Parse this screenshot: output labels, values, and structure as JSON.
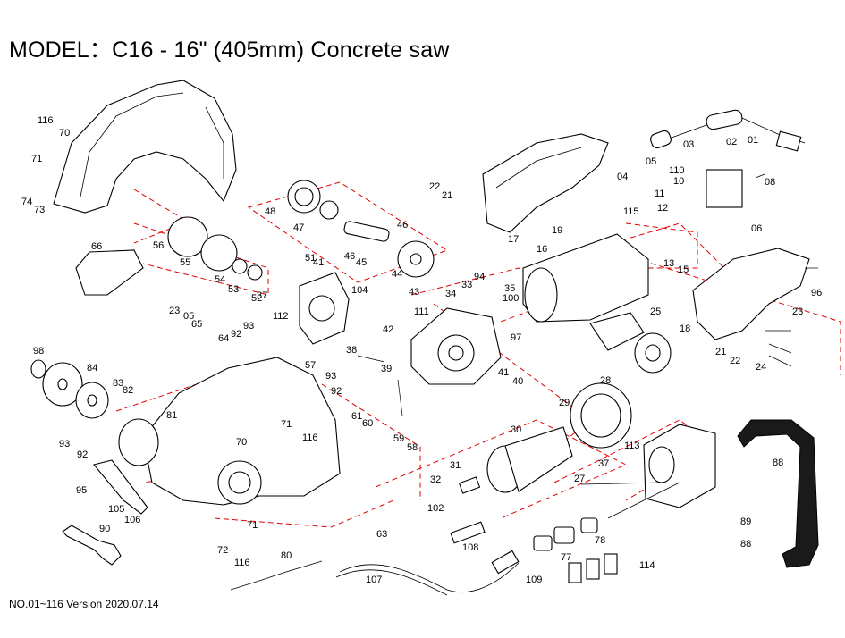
{
  "title": "MODEL：C16 - 16\" (405mm) Concrete saw",
  "footer": "NO.01~116  Version 2020.07.14",
  "colors": {
    "guide_lines": "#e00000",
    "ink": "#000000"
  },
  "labels": [
    {
      "id": "p01",
      "text": "01"
    },
    {
      "id": "p02",
      "text": "02"
    },
    {
      "id": "p03",
      "text": "03"
    },
    {
      "id": "p04",
      "text": "04"
    },
    {
      "id": "p05a",
      "text": "05"
    },
    {
      "id": "p05b",
      "text": "05"
    },
    {
      "id": "p06",
      "text": "06"
    },
    {
      "id": "p08",
      "text": "08"
    },
    {
      "id": "p10",
      "text": "10"
    },
    {
      "id": "p11",
      "text": "11"
    },
    {
      "id": "p12",
      "text": "12"
    },
    {
      "id": "p13",
      "text": "13"
    },
    {
      "id": "p15",
      "text": "15"
    },
    {
      "id": "p16",
      "text": "16"
    },
    {
      "id": "p17",
      "text": "17"
    },
    {
      "id": "p18",
      "text": "18"
    },
    {
      "id": "p19",
      "text": "19"
    },
    {
      "id": "p21a",
      "text": "21"
    },
    {
      "id": "p21b",
      "text": "21"
    },
    {
      "id": "p22a",
      "text": "22"
    },
    {
      "id": "p22b",
      "text": "22"
    },
    {
      "id": "p23a",
      "text": "23"
    },
    {
      "id": "p23b",
      "text": "23"
    },
    {
      "id": "p24",
      "text": "24"
    },
    {
      "id": "p25",
      "text": "25"
    },
    {
      "id": "p27",
      "text": "27"
    },
    {
      "id": "p28",
      "text": "28"
    },
    {
      "id": "p29",
      "text": "29"
    },
    {
      "id": "p30",
      "text": "30"
    },
    {
      "id": "p31",
      "text": "31"
    },
    {
      "id": "p32",
      "text": "32"
    },
    {
      "id": "p33",
      "text": "33"
    },
    {
      "id": "p34",
      "text": "34"
    },
    {
      "id": "p35",
      "text": "35"
    },
    {
      "id": "p37a",
      "text": "37"
    },
    {
      "id": "p37b",
      "text": "37"
    },
    {
      "id": "p38",
      "text": "38"
    },
    {
      "id": "p39",
      "text": "39"
    },
    {
      "id": "p40",
      "text": "40"
    },
    {
      "id": "p41a",
      "text": "41"
    },
    {
      "id": "p41b",
      "text": "41"
    },
    {
      "id": "p42",
      "text": "42"
    },
    {
      "id": "p43",
      "text": "43"
    },
    {
      "id": "p44",
      "text": "44"
    },
    {
      "id": "p45",
      "text": "45"
    },
    {
      "id": "p46a",
      "text": "46"
    },
    {
      "id": "p46b",
      "text": "46"
    },
    {
      "id": "p47",
      "text": "47"
    },
    {
      "id": "p48",
      "text": "48"
    },
    {
      "id": "p51",
      "text": "51"
    },
    {
      "id": "p52",
      "text": "52"
    },
    {
      "id": "p53",
      "text": "53"
    },
    {
      "id": "p54",
      "text": "54"
    },
    {
      "id": "p55",
      "text": "55"
    },
    {
      "id": "p56",
      "text": "56"
    },
    {
      "id": "p57",
      "text": "57"
    },
    {
      "id": "p58",
      "text": "58"
    },
    {
      "id": "p59",
      "text": "59"
    },
    {
      "id": "p60",
      "text": "60"
    },
    {
      "id": "p61",
      "text": "61"
    },
    {
      "id": "p63",
      "text": "63"
    },
    {
      "id": "p64",
      "text": "64"
    },
    {
      "id": "p65",
      "text": "65"
    },
    {
      "id": "p66",
      "text": "66"
    },
    {
      "id": "p70a",
      "text": "70"
    },
    {
      "id": "p70b",
      "text": "70"
    },
    {
      "id": "p71a",
      "text": "71"
    },
    {
      "id": "p71b",
      "text": "71"
    },
    {
      "id": "p71c",
      "text": "71"
    },
    {
      "id": "p72",
      "text": "72"
    },
    {
      "id": "p73",
      "text": "73"
    },
    {
      "id": "p74",
      "text": "74"
    },
    {
      "id": "p77",
      "text": "77"
    },
    {
      "id": "p78",
      "text": "78"
    },
    {
      "id": "p80",
      "text": "80"
    },
    {
      "id": "p81",
      "text": "81"
    },
    {
      "id": "p82",
      "text": "82"
    },
    {
      "id": "p83",
      "text": "83"
    },
    {
      "id": "p84",
      "text": "84"
    },
    {
      "id": "p88a",
      "text": "88"
    },
    {
      "id": "p88b",
      "text": "88"
    },
    {
      "id": "p89",
      "text": "89"
    },
    {
      "id": "p90",
      "text": "90"
    },
    {
      "id": "p92a",
      "text": "92"
    },
    {
      "id": "p92b",
      "text": "92"
    },
    {
      "id": "p92c",
      "text": "92"
    },
    {
      "id": "p93a",
      "text": "93"
    },
    {
      "id": "p93b",
      "text": "93"
    },
    {
      "id": "p93c",
      "text": "93"
    },
    {
      "id": "p94",
      "text": "94"
    },
    {
      "id": "p95",
      "text": "95"
    },
    {
      "id": "p96",
      "text": "96"
    },
    {
      "id": "p97",
      "text": "97"
    },
    {
      "id": "p98",
      "text": "98"
    },
    {
      "id": "p100",
      "text": "100"
    },
    {
      "id": "p102",
      "text": "102"
    },
    {
      "id": "p104",
      "text": "104"
    },
    {
      "id": "p105",
      "text": "105"
    },
    {
      "id": "p106",
      "text": "106"
    },
    {
      "id": "p107",
      "text": "107"
    },
    {
      "id": "p108",
      "text": "108"
    },
    {
      "id": "p109",
      "text": "109"
    },
    {
      "id": "p110",
      "text": "110"
    },
    {
      "id": "p111",
      "text": "111"
    },
    {
      "id": "p112",
      "text": "112"
    },
    {
      "id": "p113",
      "text": "113"
    },
    {
      "id": "p114",
      "text": "114"
    },
    {
      "id": "p115",
      "text": "115"
    },
    {
      "id": "p116a",
      "text": "116"
    },
    {
      "id": "p116b",
      "text": "116"
    },
    {
      "id": "p116c",
      "text": "116"
    }
  ]
}
